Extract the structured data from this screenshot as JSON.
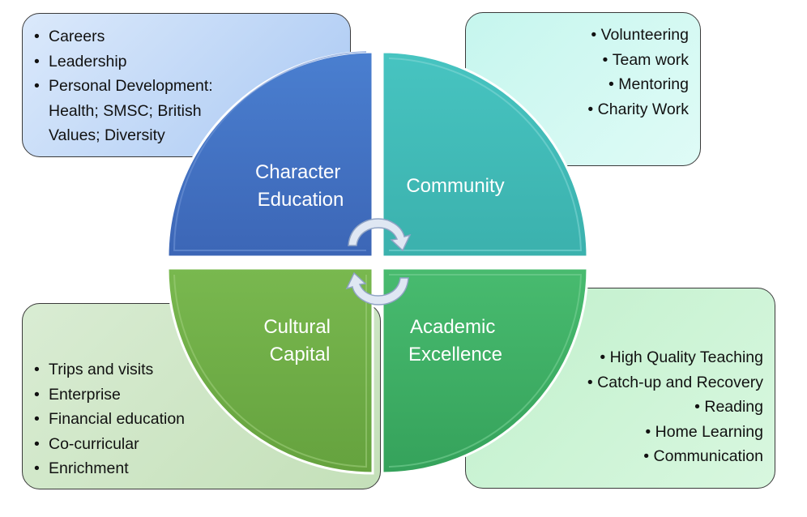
{
  "quadrants": {
    "top_left": "Character Education",
    "top_right": "Community",
    "bottom_left": "Cultural Capital",
    "bottom_right": "Academic Excellence"
  },
  "top_left_box": {
    "items": [
      "Careers",
      "Leadership",
      "Personal Development:",
      "Health; SMSC; British",
      "Values; Diversity"
    ]
  },
  "top_right_box": {
    "items": [
      "Volunteering",
      "Team work",
      "Mentoring",
      "Charity Work"
    ]
  },
  "bottom_left_box": {
    "items": [
      "Trips and visits",
      "Enterprise",
      "Financial education",
      "Co-curricular",
      "Enrichment"
    ]
  },
  "bottom_right_box": {
    "items": [
      "High Quality Teaching",
      "Catch-up and Recovery",
      "Reading",
      "Home Learning",
      "Communication"
    ]
  },
  "colors": {
    "blue": "#4472c4",
    "teal": "#44bdba",
    "olive": "#70ad47",
    "green": "#3eb067",
    "arrow": "#dfe7f3"
  }
}
